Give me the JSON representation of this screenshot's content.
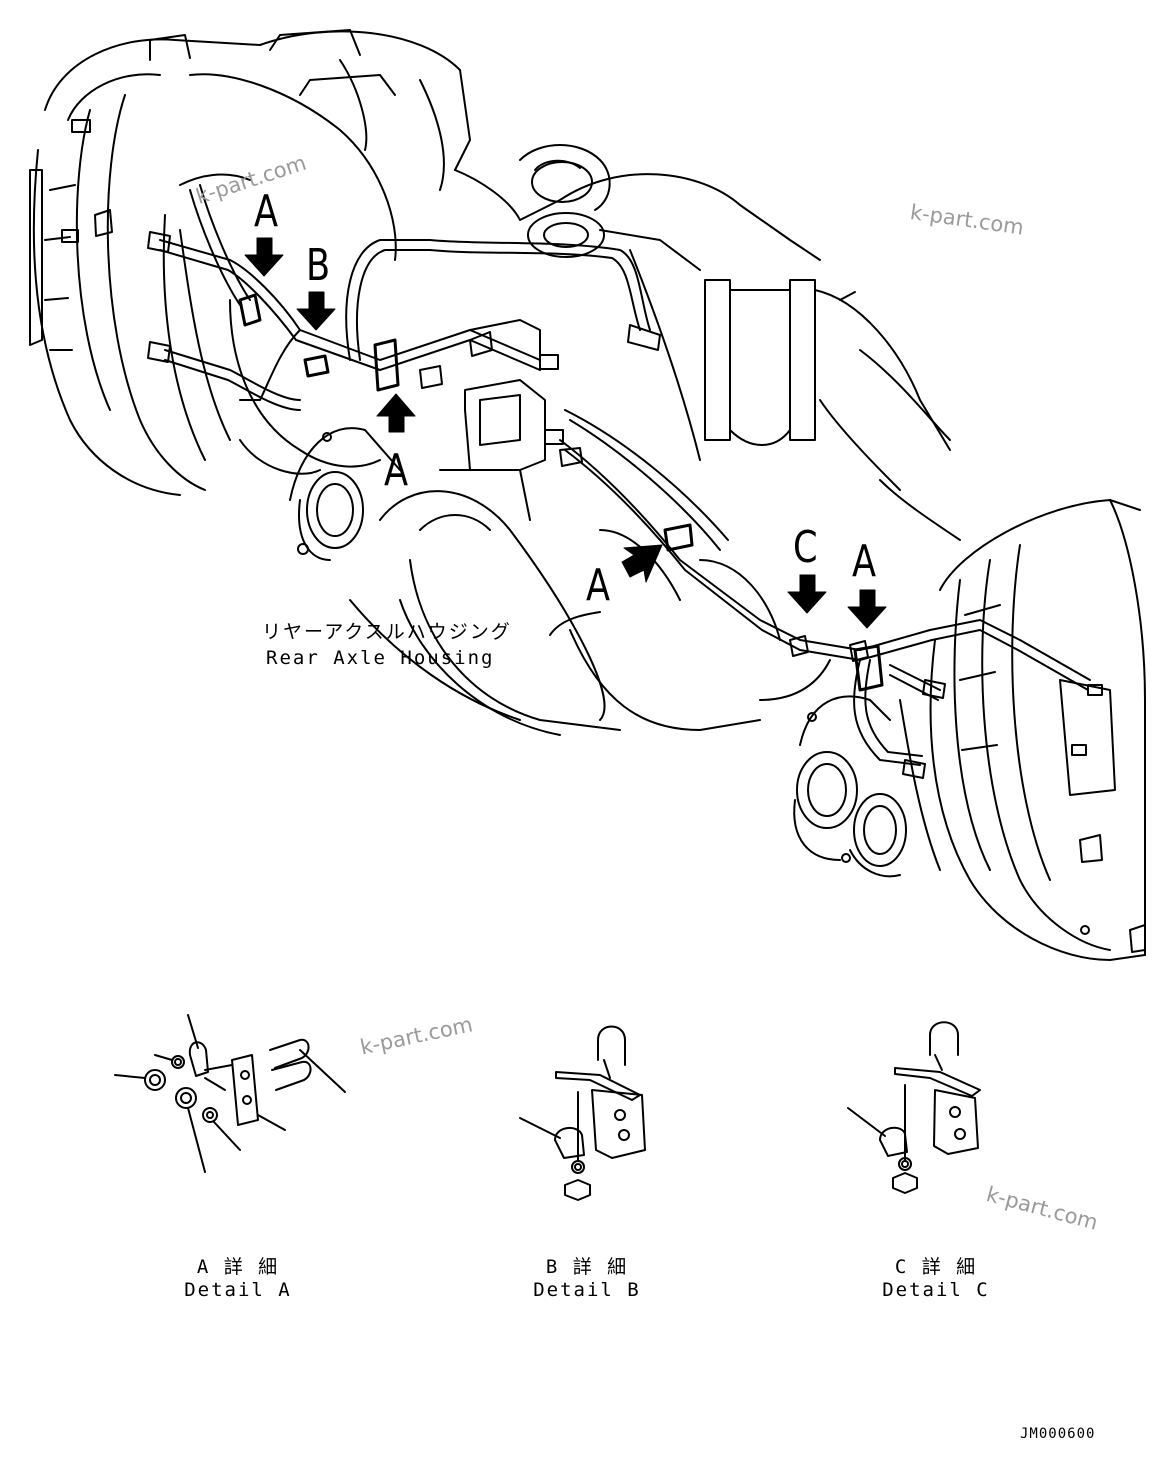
{
  "callouts": {
    "a1": "A",
    "b1": "B",
    "a2": "A",
    "a3": "A",
    "c1": "C",
    "a4": "A"
  },
  "housing_label": {
    "jp": "リヤーアクスルハウジング",
    "en": "Rear Axle Housing"
  },
  "details": [
    {
      "jp": "A 詳 細",
      "en": "Detail A"
    },
    {
      "jp": "B 詳 細",
      "en": "Detail B"
    },
    {
      "jp": "C 詳 細",
      "en": "Detail C"
    }
  ],
  "watermark": "k-part.com",
  "doc_id": "JM000600",
  "colors": {
    "line": "#000000",
    "watermark": "#9a9a9a",
    "background": "#ffffff"
  }
}
